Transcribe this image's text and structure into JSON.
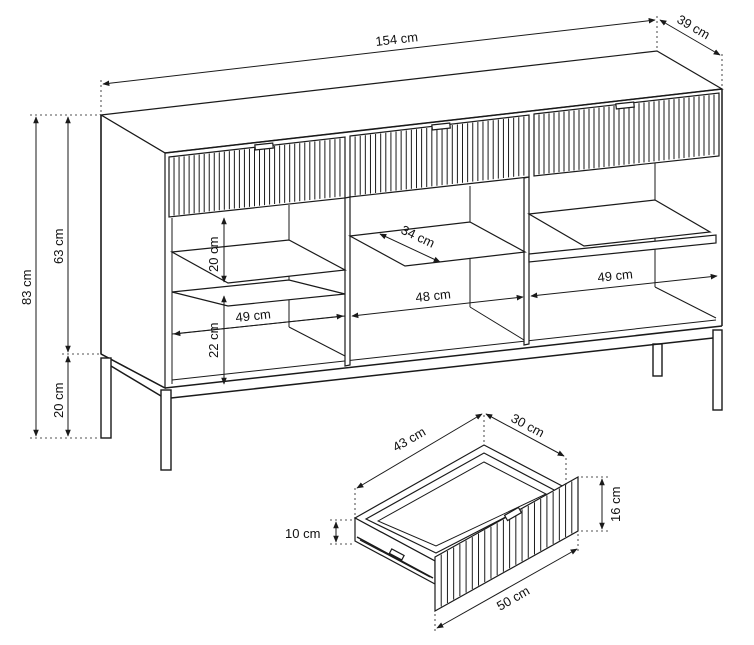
{
  "labels": {
    "width_total": "154 cm",
    "depth_total": "39 cm",
    "height_total": "83 cm",
    "height_body": "63 cm",
    "height_legs": "20 cm",
    "shelf_gap_upper": "20 cm",
    "shelf_gap_lower": "22 cm",
    "shelf_depth": "34 cm",
    "compartment_left": "49 cm",
    "compartment_middle": "48 cm",
    "compartment_right": "49 cm",
    "drawer_depth_inner": "43 cm",
    "drawer_width_inner": "30 cm",
    "drawer_front_height": "16 cm",
    "drawer_side_height": "10 cm",
    "drawer_front_width": "50 cm"
  },
  "colors": {
    "line": "#1a1a1a",
    "background": "#ffffff"
  }
}
